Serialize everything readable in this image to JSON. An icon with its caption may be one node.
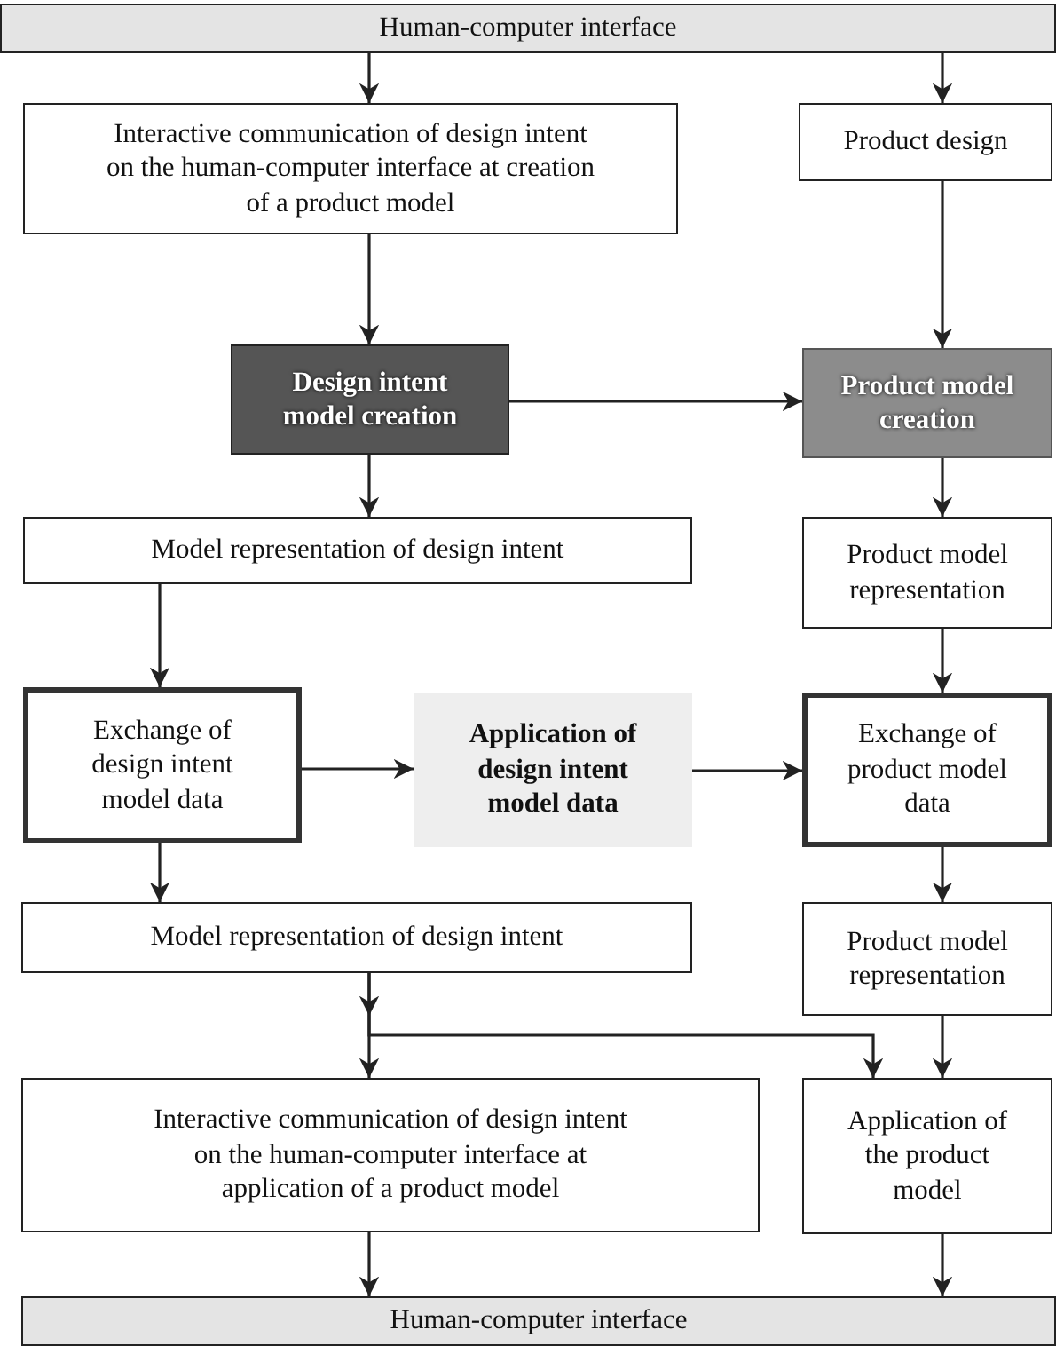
{
  "diagram": {
    "nodes": [
      {
        "text": [
          "Human-computer interface"
        ]
      },
      {
        "text": [
          "Interactive communication of design intent on the human-computer interface at creation of a product model"
        ]
      },
      {
        "text": [
          "Product design"
        ]
      },
      {
        "text": [
          "Design intent model creation"
        ]
      },
      {
        "text": [
          "Product model creation"
        ]
      },
      {
        "text": [
          "Model representation of design intent"
        ]
      },
      {
        "text": [
          "Product model representation"
        ]
      },
      {
        "text": [
          "Exchange of design intent model data"
        ]
      },
      {
        "text": [
          "Application of design intent model data"
        ]
      },
      {
        "text": [
          "Exchange of product model data"
        ]
      },
      {
        "text": [
          "Model representation of design intent"
        ]
      },
      {
        "text": [
          "Product model representation"
        ]
      },
      {
        "text": [
          "Interactive communication of design intent on the human-computer interface at application of a product model"
        ]
      },
      {
        "text": [
          "Application of the product model"
        ]
      },
      {
        "text": [
          "Human-computer interface"
        ]
      }
    ],
    "edges": [
      {
        "from": 0,
        "to": 1,
        "arrow": "to"
      },
      {
        "from": 0,
        "to": 2,
        "arrow": "to"
      },
      {
        "from": 1,
        "to": 3,
        "arrow": "to"
      },
      {
        "from": 2,
        "to": 4,
        "arrow": "to"
      },
      {
        "from": 3,
        "to": 4,
        "arrow": "to"
      },
      {
        "from": 3,
        "to": 5,
        "arrow": "to"
      },
      {
        "from": 4,
        "to": 6,
        "arrow": "to"
      },
      {
        "from": 5,
        "to": 7,
        "arrow": "to"
      },
      {
        "from": 7,
        "to": 8,
        "arrow": "to"
      },
      {
        "from": 8,
        "to": 9,
        "arrow": "to"
      },
      {
        "from": 6,
        "to": 9,
        "arrow": "to"
      },
      {
        "from": 7,
        "to": 10,
        "arrow": "to"
      },
      {
        "from": 9,
        "to": 11,
        "arrow": "to"
      },
      {
        "from": 10,
        "to": 12,
        "arrow": "to"
      },
      {
        "from": 10,
        "to": 13,
        "arrow": "to"
      },
      {
        "from": 11,
        "to": 13,
        "arrow": "to"
      },
      {
        "from": 12,
        "to": 14,
        "arrow": "to"
      },
      {
        "from": 13,
        "to": 14,
        "arrow": "to"
      }
    ]
  }
}
